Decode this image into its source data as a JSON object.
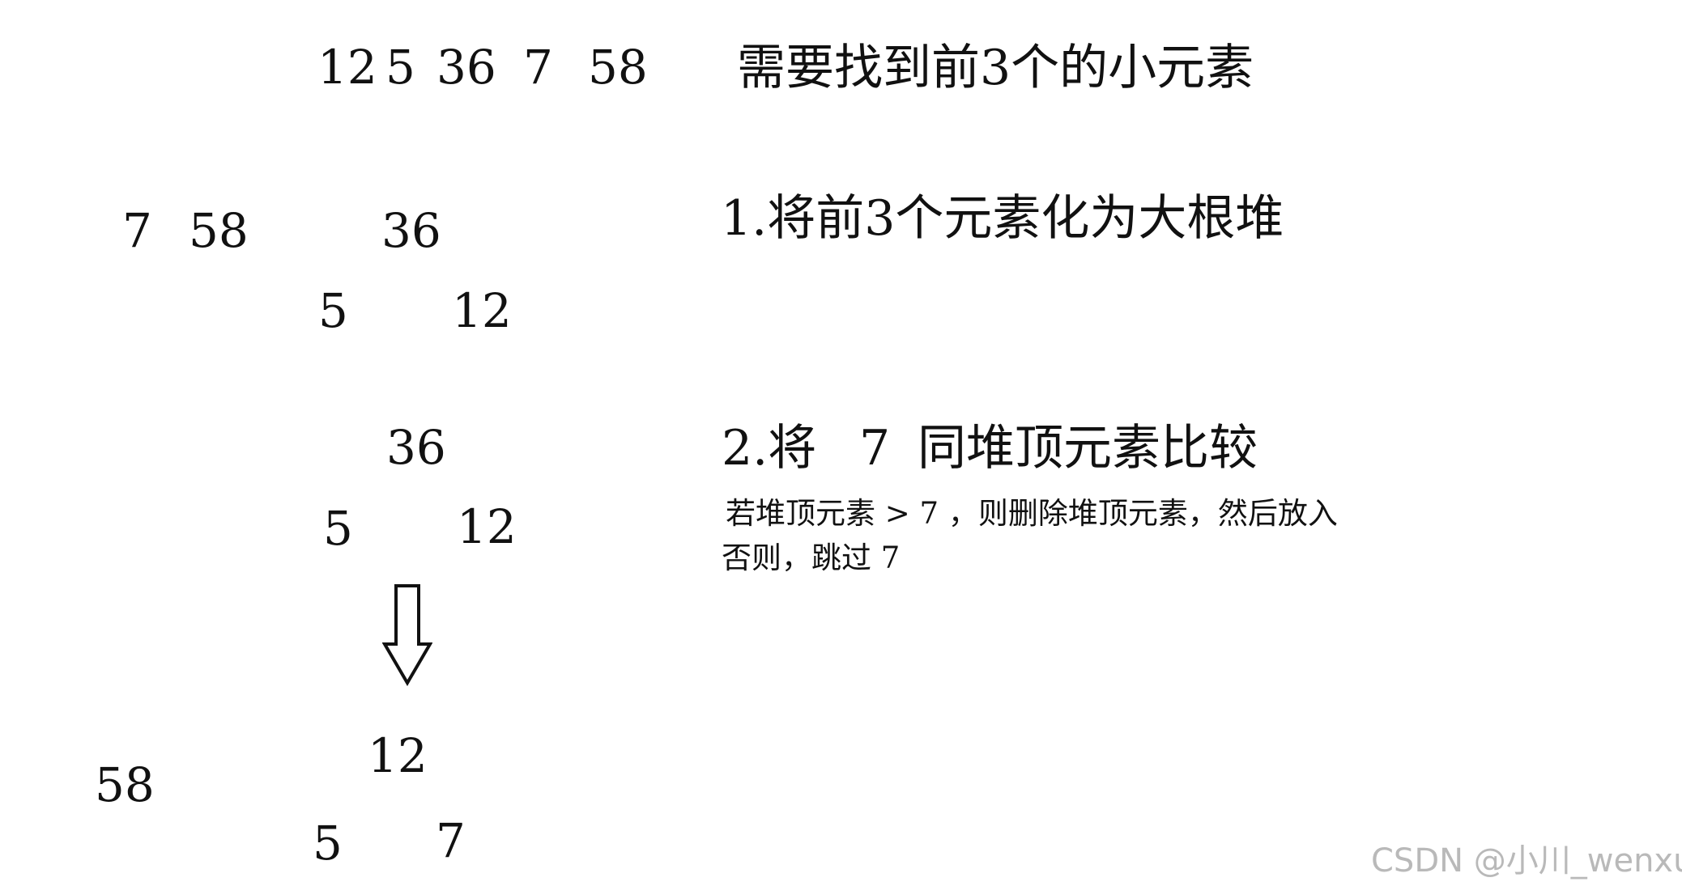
{
  "header": {
    "sequence": [
      "12",
      "5",
      "36",
      "7",
      "58"
    ],
    "goal": "需要找到前3个的小元素"
  },
  "step1": {
    "title": "1.将前3个元素化为大根堆",
    "remaining": [
      "7",
      "58"
    ],
    "heap": {
      "root": "36",
      "left": "5",
      "right": "12"
    }
  },
  "step2": {
    "title_prefix": "2.将",
    "title_value": "7",
    "title_suffix": "同堆顶元素比较",
    "note_line1": "若堆顶元素 > 7 ，则删除堆顶元素，然后放入",
    "note_line2": "否则，跳过 7",
    "heap": {
      "root": "36",
      "left": "5",
      "right": "12"
    }
  },
  "transition_icon": "down-arrow-icon",
  "result": {
    "remaining": [
      "58"
    ],
    "heap": {
      "root": "12",
      "left": "5",
      "right": "7"
    }
  },
  "watermark": "CSDN @小川_wenxun"
}
